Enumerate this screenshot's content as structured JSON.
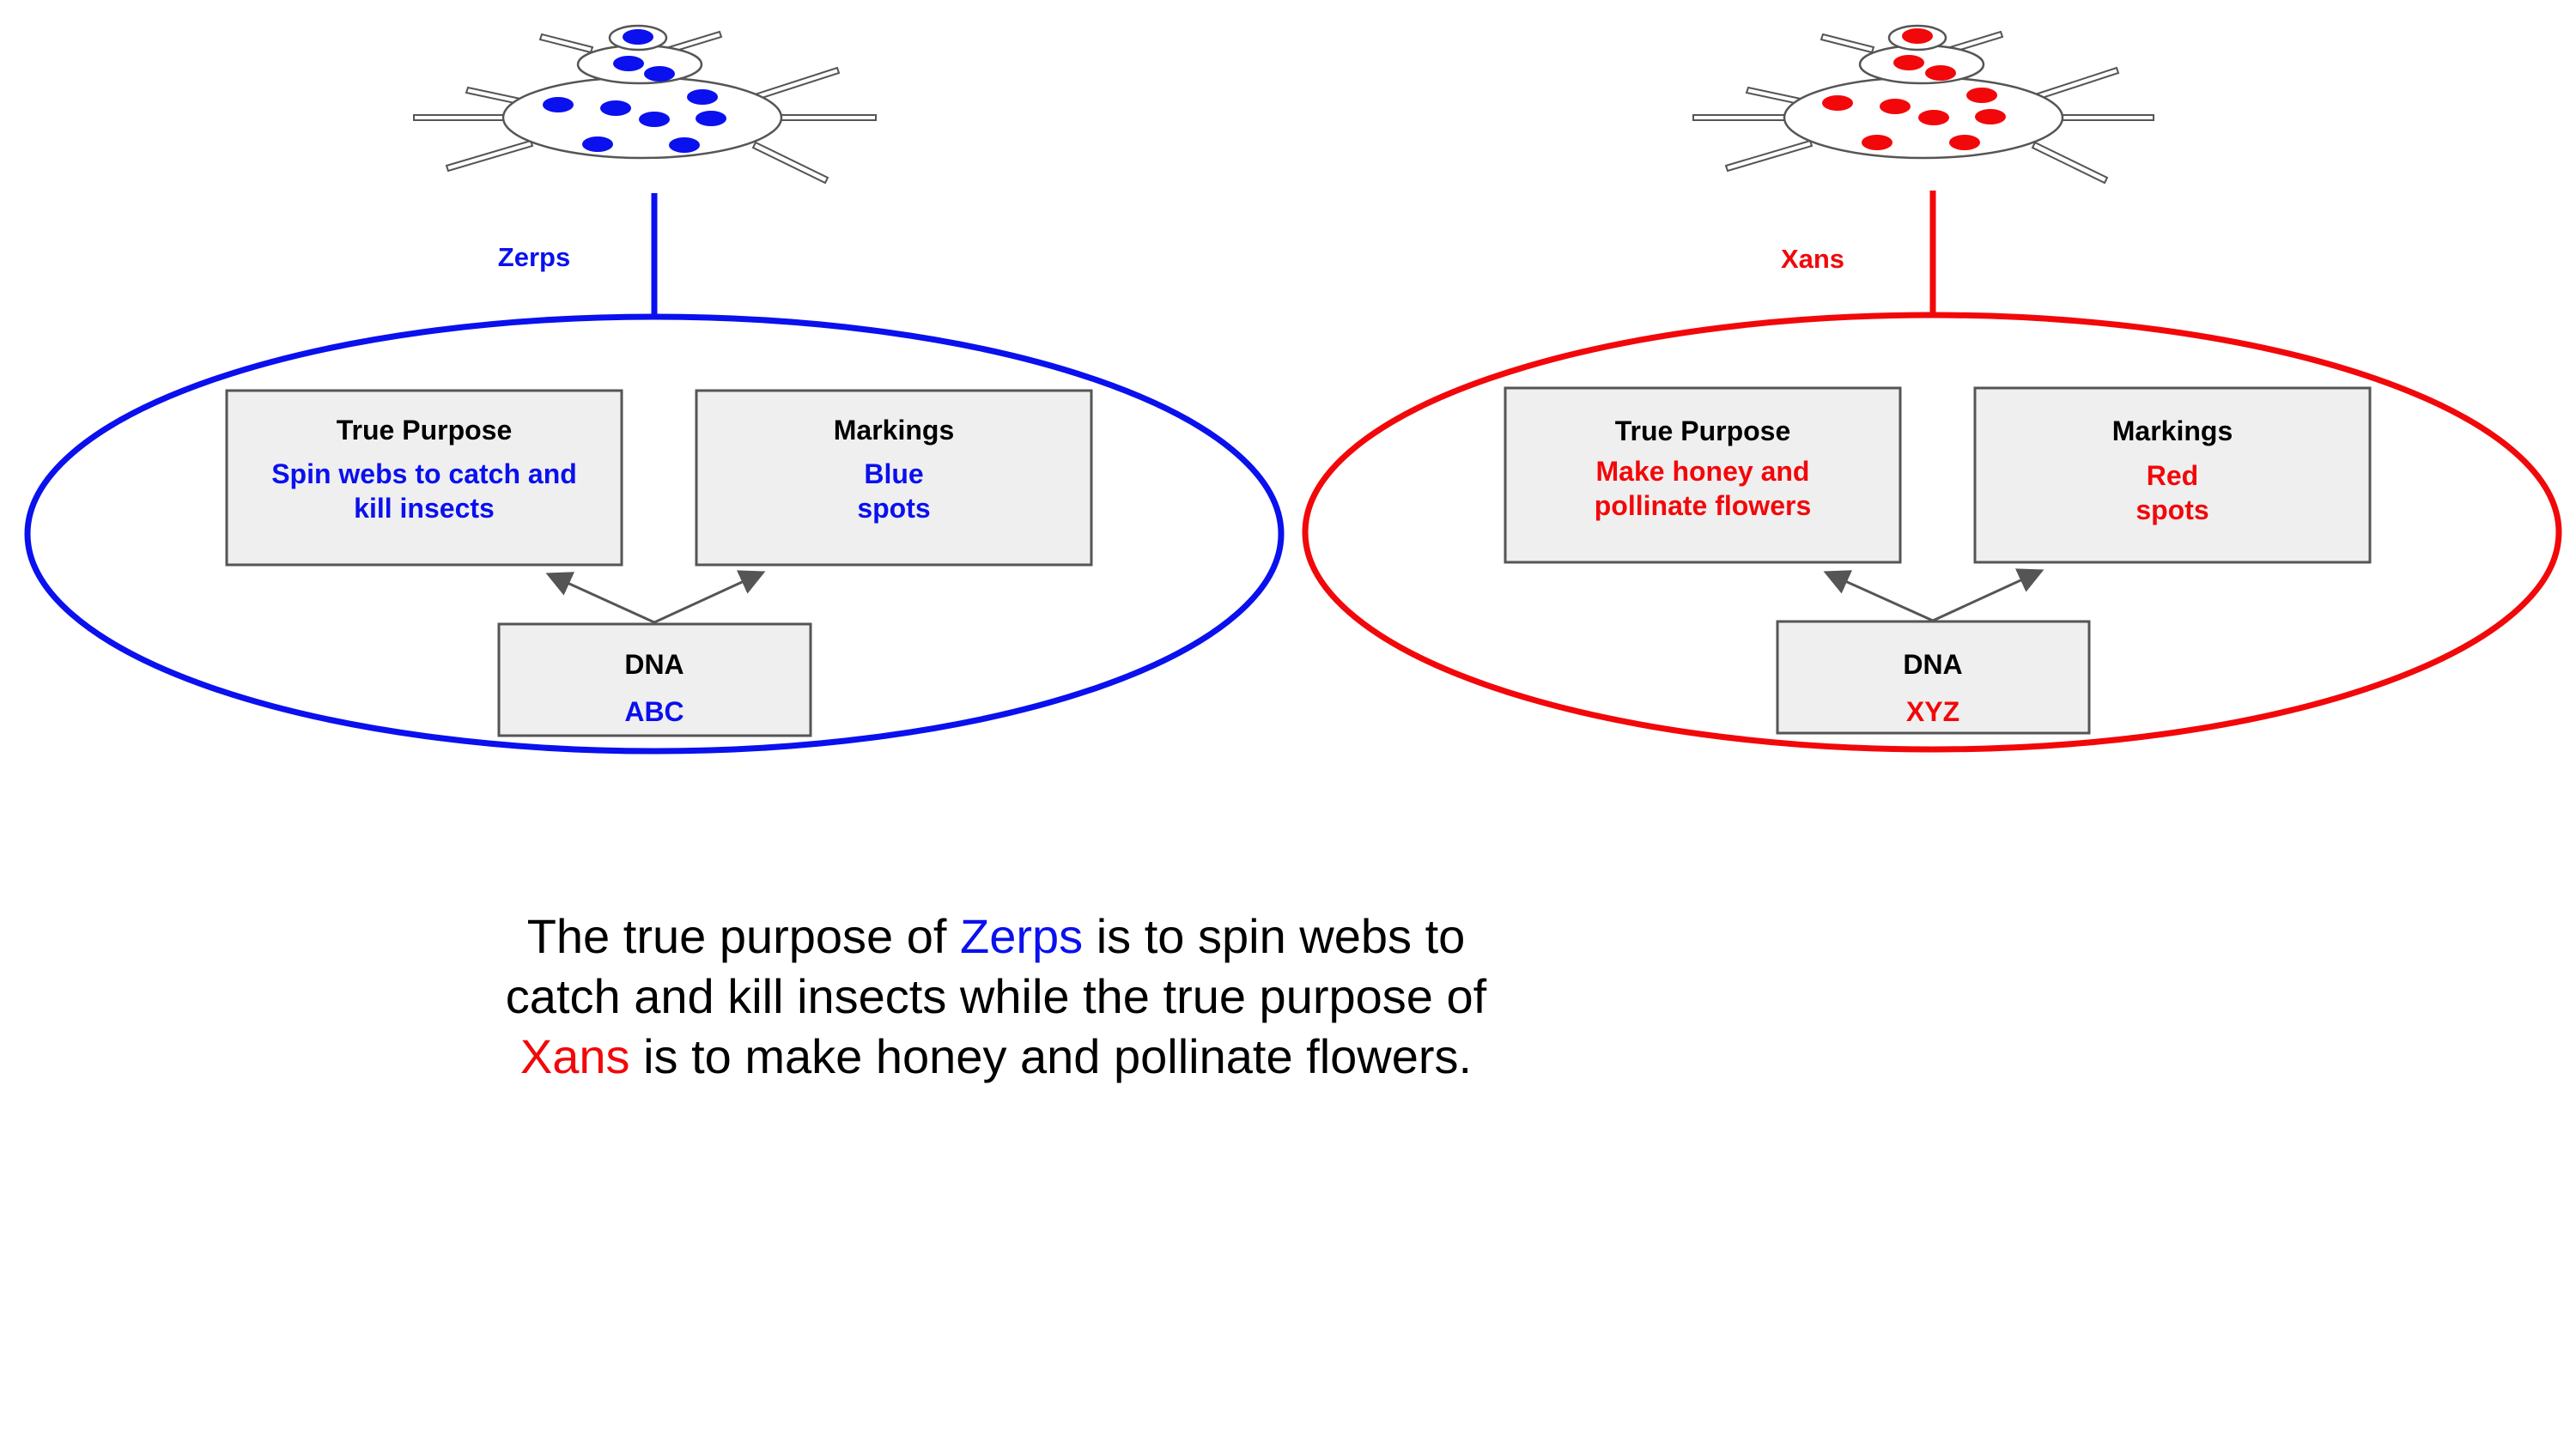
{
  "colors": {
    "zerps": "#0a10ee",
    "xans": "#f2080a",
    "box_fill": "#efefef",
    "box_stroke": "#555555",
    "arrow": "#555555",
    "text": "#000000"
  },
  "left": {
    "species_name": "Zerps",
    "true_purpose": {
      "title": "True Purpose",
      "line1": "Spin webs to catch and",
      "line2": "kill insects"
    },
    "markings": {
      "title": "Markings",
      "line1": "Blue",
      "line2": "spots"
    },
    "dna": {
      "title": "DNA",
      "value": "ABC"
    }
  },
  "right": {
    "species_name": "Xans",
    "true_purpose": {
      "title": "True Purpose",
      "line1": "Make honey and",
      "line2": "pollinate flowers"
    },
    "markings": {
      "title": "Markings",
      "line1": "Red",
      "line2": "spots"
    },
    "dna": {
      "title": "DNA",
      "value": "XYZ"
    }
  },
  "caption": {
    "line1_prefix": "The true purpose of ",
    "line1_species": "Zerps",
    "line1_suffix": " is to spin webs to",
    "line2": "catch and kill insects while the true purpose of",
    "line3_species": "Xans",
    "line3_suffix": " is to make honey and pollinate flowers."
  }
}
